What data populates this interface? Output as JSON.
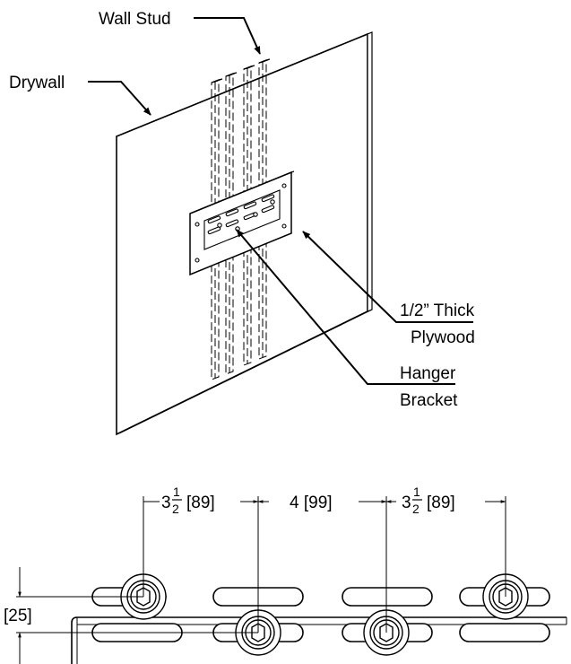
{
  "labels": {
    "wall_stud": "Wall Stud",
    "drywall": "Drywall",
    "plywood_line1": "1/2” Thick",
    "plywood_line2": "Plywood",
    "bracket_line1": "Hanger",
    "bracket_line2": "Bracket"
  },
  "dimensions": {
    "d1_whole": "3",
    "d1_num": "1",
    "d1_den": "2",
    "d1_metric": "[89]",
    "d2": "4 [99]",
    "d3_whole": "3",
    "d3_num": "1",
    "d3_den": "2",
    "d3_metric": "[89]",
    "d4": "[25]"
  }
}
